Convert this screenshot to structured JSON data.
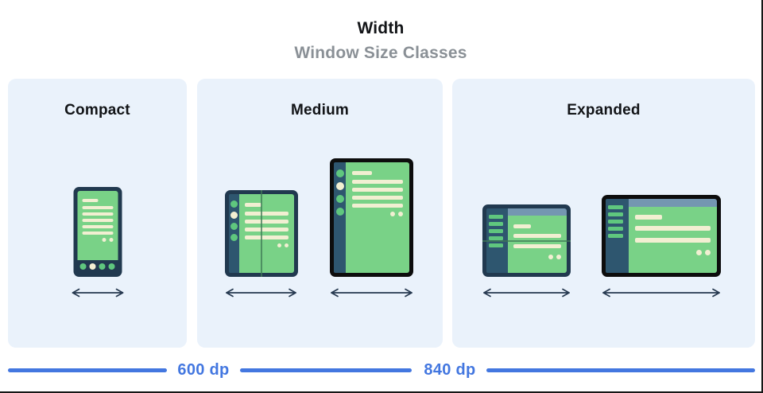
{
  "header": {
    "title": "Width",
    "subtitle": "Window Size Classes"
  },
  "panels": [
    {
      "label": "Compact",
      "devices": [
        {
          "type": "phone-portrait"
        }
      ]
    },
    {
      "label": "Medium",
      "devices": [
        {
          "type": "foldable-open-portrait"
        },
        {
          "type": "tablet-portrait"
        }
      ]
    },
    {
      "label": "Expanded",
      "devices": [
        {
          "type": "foldable-open-landscape"
        },
        {
          "type": "tablet-landscape"
        }
      ]
    }
  ],
  "breakpoints": [
    {
      "label": "600 dp"
    },
    {
      "label": "840 dp"
    }
  ],
  "icons": {
    "width_arrow": "double-headed-horizontal-arrow"
  },
  "colors": {
    "page_bg": "#FFFFFF",
    "edge_border": "#161616",
    "panel_bg": "#EAF2FB",
    "text_black": "#121417",
    "subtitle_gray": "#8A9096",
    "accent_blue": "#4377E0",
    "frame_navy": "#21394F",
    "frame_black": "#0D0D0D",
    "rail_slate": "#2E566F",
    "screen_green": "#79D287",
    "circle_green": "#5FC77E",
    "item_cream": "#F2EFD2",
    "topbar_blue": "#7496B1",
    "fold_green": "#3F7A55",
    "arrow_navy": "#24374E"
  }
}
